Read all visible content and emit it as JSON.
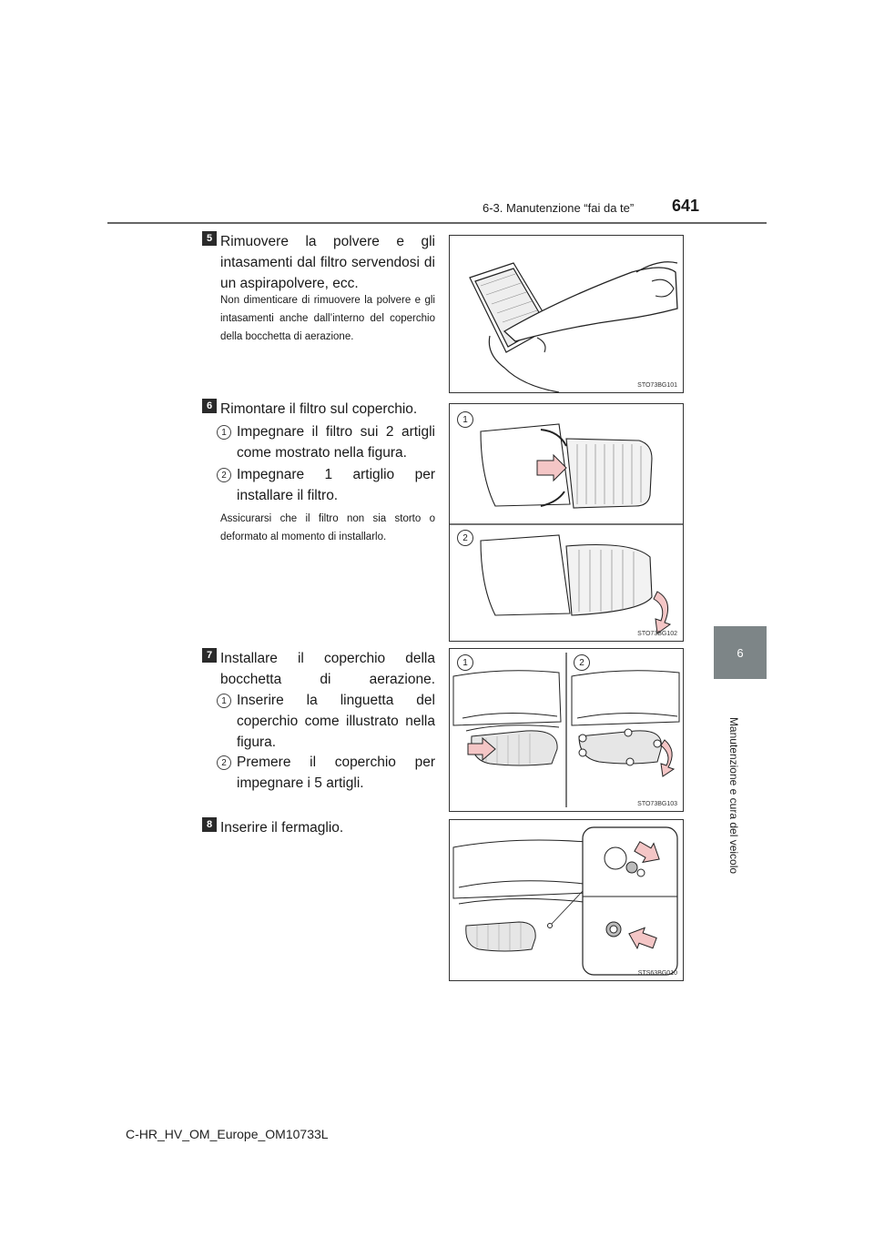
{
  "header": {
    "section": "6-3. Manutenzione “fai da te”",
    "page": "641"
  },
  "side_tab": {
    "number": "6",
    "label": "Manutenzione e cura del veicolo"
  },
  "footer": {
    "model": "C-HR_HV_OM_Europe_OM10733L"
  },
  "steps": [
    {
      "badge": "5",
      "text": "Rimuovere la polvere e gli intasamenti dal filtro servendosi di un aspirapolvere, ecc.",
      "note": "Non dimenticare di rimuovere la polvere e gli intasamenti anche dall’interno del coperchio della bocchetta di aerazione.",
      "figure_code": "STO73BG101"
    },
    {
      "badge": "6",
      "text": "Rimontare il filtro sul coperchio.",
      "subs": [
        {
          "num": "1",
          "text": "Impegnare il filtro sui 2 artigli come mostrato nella figura."
        },
        {
          "num": "2",
          "text": "Impegnare 1 artiglio per installare il filtro."
        }
      ],
      "note": "Assicurarsi che il filtro non sia storto o deformato al momento di installarlo.",
      "figure_code": "STO73BG102",
      "figure_nums": [
        "1",
        "2"
      ]
    },
    {
      "badge": "7",
      "text": "Installare il coperchio della bocchetta di aerazione.",
      "subs": [
        {
          "num": "1",
          "text": "Inserire la linguetta del coperchio come illustrato nella figura."
        },
        {
          "num": "2",
          "text": "Premere il coperchio per impegnare i 5 artigli."
        }
      ],
      "figure_code": "STO73BG103",
      "figure_nums": [
        "1",
        "2"
      ]
    },
    {
      "badge": "8",
      "text": "Inserire il fermaglio.",
      "figure_code": "STS63BG010"
    }
  ]
}
